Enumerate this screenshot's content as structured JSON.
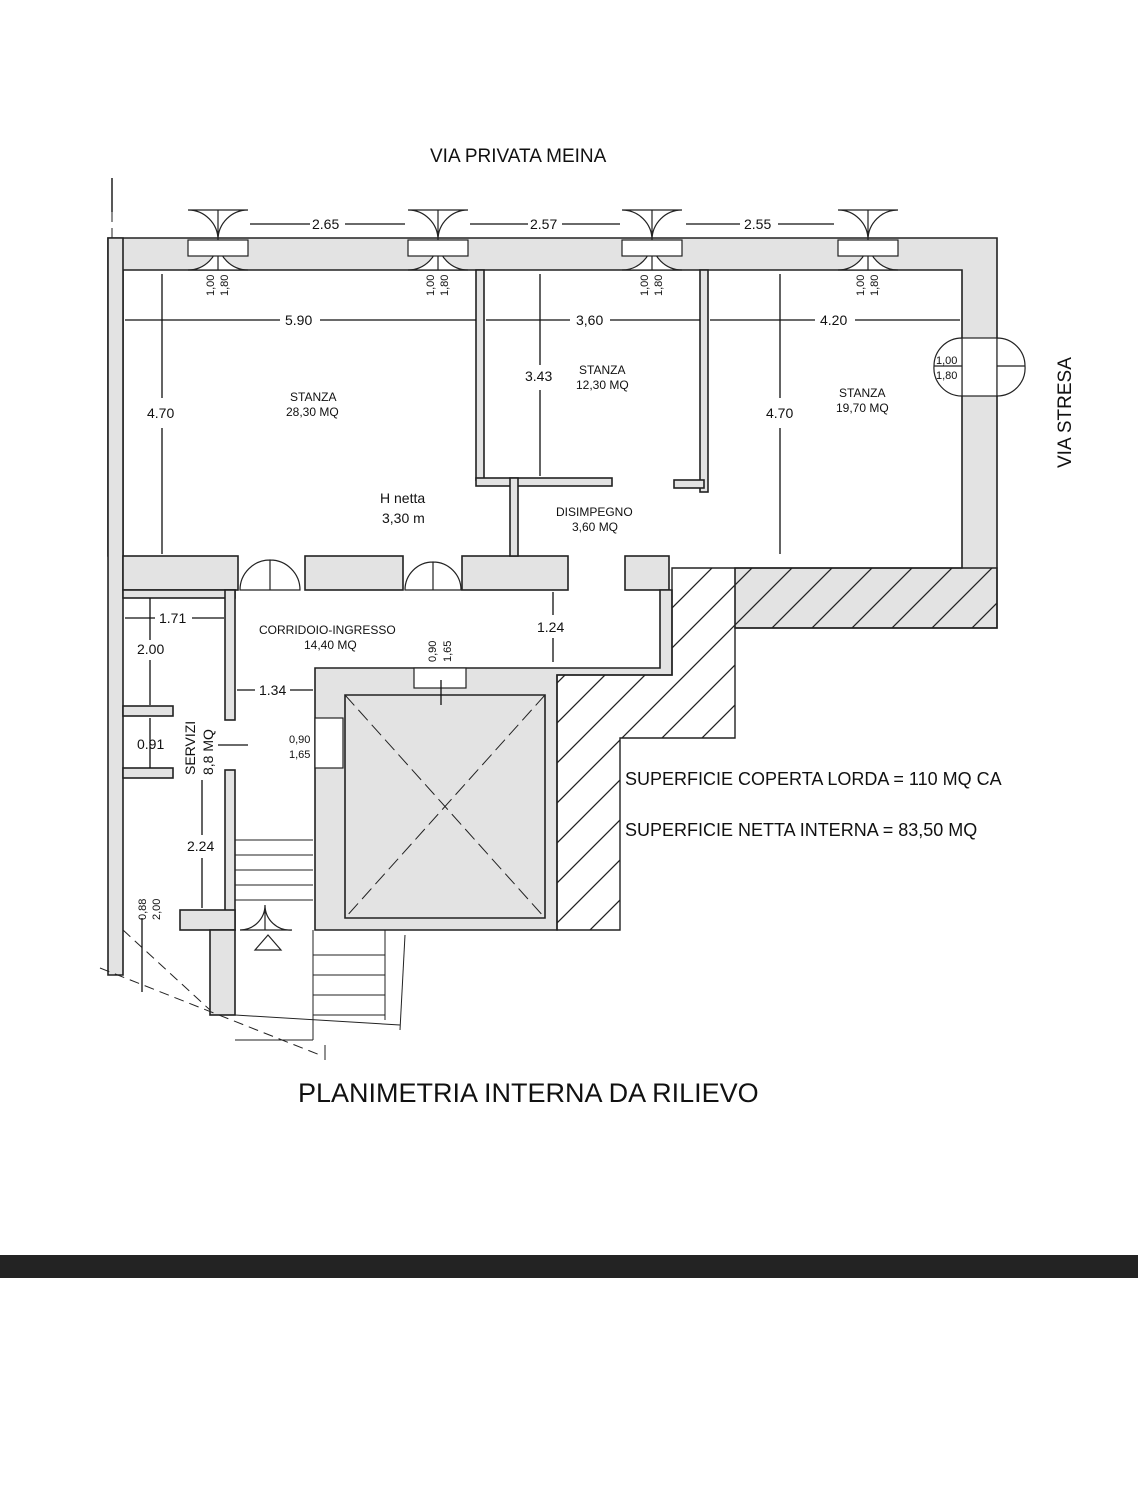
{
  "streets": {
    "north": "VIA PRIVATA MEINA",
    "east": "VIA STRESA"
  },
  "rooms": {
    "stanza_1": {
      "name": "STANZA",
      "area": "28,30 MQ"
    },
    "stanza_2": {
      "name": "STANZA",
      "area": "12,30 MQ"
    },
    "stanza_3": {
      "name": "STANZA",
      "area": "19,70 MQ"
    },
    "disimpegno": {
      "name": "DISIMPEGNO",
      "area": "3,60 MQ"
    },
    "corridoio": {
      "name": "CORRIDOIO-INGRESSO",
      "area": "14,40 MQ"
    },
    "servizi": {
      "name": "SERVIZI",
      "area": "8,8 MQ"
    }
  },
  "height": {
    "label": "H netta",
    "value": "3,30 m"
  },
  "dimensions": {
    "top_1": "2.65",
    "top_2": "2.57",
    "top_3": "2.55",
    "width_1": "5.90",
    "width_2": "3,60",
    "width_3": "4.20",
    "height_1": "4.70",
    "height_2": "3.43",
    "height_3": "4.70",
    "serv_w": "1.71",
    "serv_h1": "2.00",
    "serv_h2": "0.91",
    "serv_h3": "2.24",
    "corr_w": "1.34",
    "corr_d": "1.24"
  },
  "windows": {
    "w_top": "1,00",
    "h_top": "1,80",
    "w_east": "1,00",
    "h_east": "1,80",
    "w_door": "0,90",
    "h_door": "1,65",
    "w_side": "0,90",
    "h_side": "1,65",
    "w_bottom": "0,88",
    "h_bottom": "2,00"
  },
  "surfaces": {
    "gross": "SUPERFICIE COPERTA LORDA = 110 MQ CA",
    "net": "SUPERFICIE NETTA INTERNA = 83,50 MQ"
  },
  "title": "PLANIMETRIA INTERNA DA RILIEVO"
}
